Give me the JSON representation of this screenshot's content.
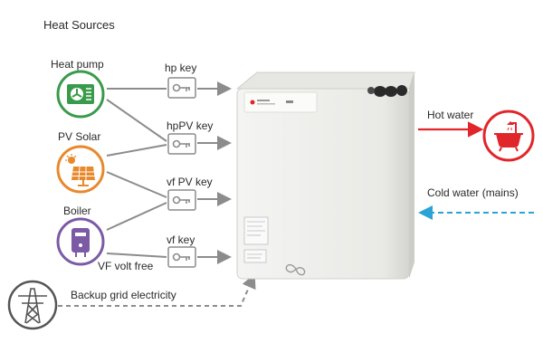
{
  "title": "Heat Sources",
  "sources": [
    {
      "label": "Heat pump",
      "icon": "heat-pump-icon",
      "color": "#3a9a4b"
    },
    {
      "label": "PV Solar",
      "icon": "solar-panel-icon",
      "color": "#e8892c"
    },
    {
      "label": "Boiler",
      "icon": "boiler-icon",
      "color": "#7b5aa6"
    }
  ],
  "keys": [
    {
      "label": "hp key"
    },
    {
      "label": "hpPV key"
    },
    {
      "label": "vf PV key"
    },
    {
      "label": "vf key"
    }
  ],
  "vf_label": "VF volt free",
  "grid_label": "Backup grid electricity",
  "outputs": {
    "hot_water": "Hot water",
    "cold_water": "Cold water (mains)"
  },
  "colors": {
    "hot": "#e1262b",
    "cold": "#2aa4d6",
    "arrow": "#8c8c8c",
    "grid": "#555555"
  }
}
